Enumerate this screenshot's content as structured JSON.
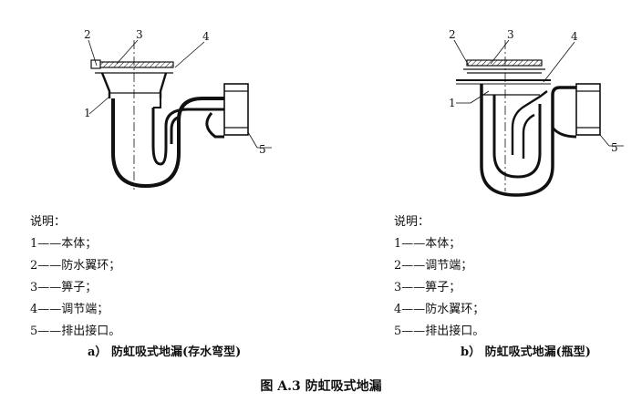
{
  "left": {
    "callouts": [
      "1",
      "2",
      "3",
      "4",
      "5"
    ],
    "legend_title": "说明：",
    "legend_items": [
      "1——本体；",
      "2——防水翼环；",
      "3——箅子；",
      "4——调节端；",
      "5——排出接口。"
    ],
    "caption": "a）  防虹吸式地漏(存水弯型)"
  },
  "right": {
    "callouts": [
      "1",
      "2",
      "3",
      "4",
      "5"
    ],
    "legend_title": "说明：",
    "legend_items": [
      "1——本体；",
      "2——调节端；",
      "3——箅子；",
      "4——防水翼环；",
      "5——排出接口。"
    ],
    "caption": "b）  防虹吸式地漏(瓶型)"
  },
  "figure_title": "图 A.3   防虹吸式地漏"
}
